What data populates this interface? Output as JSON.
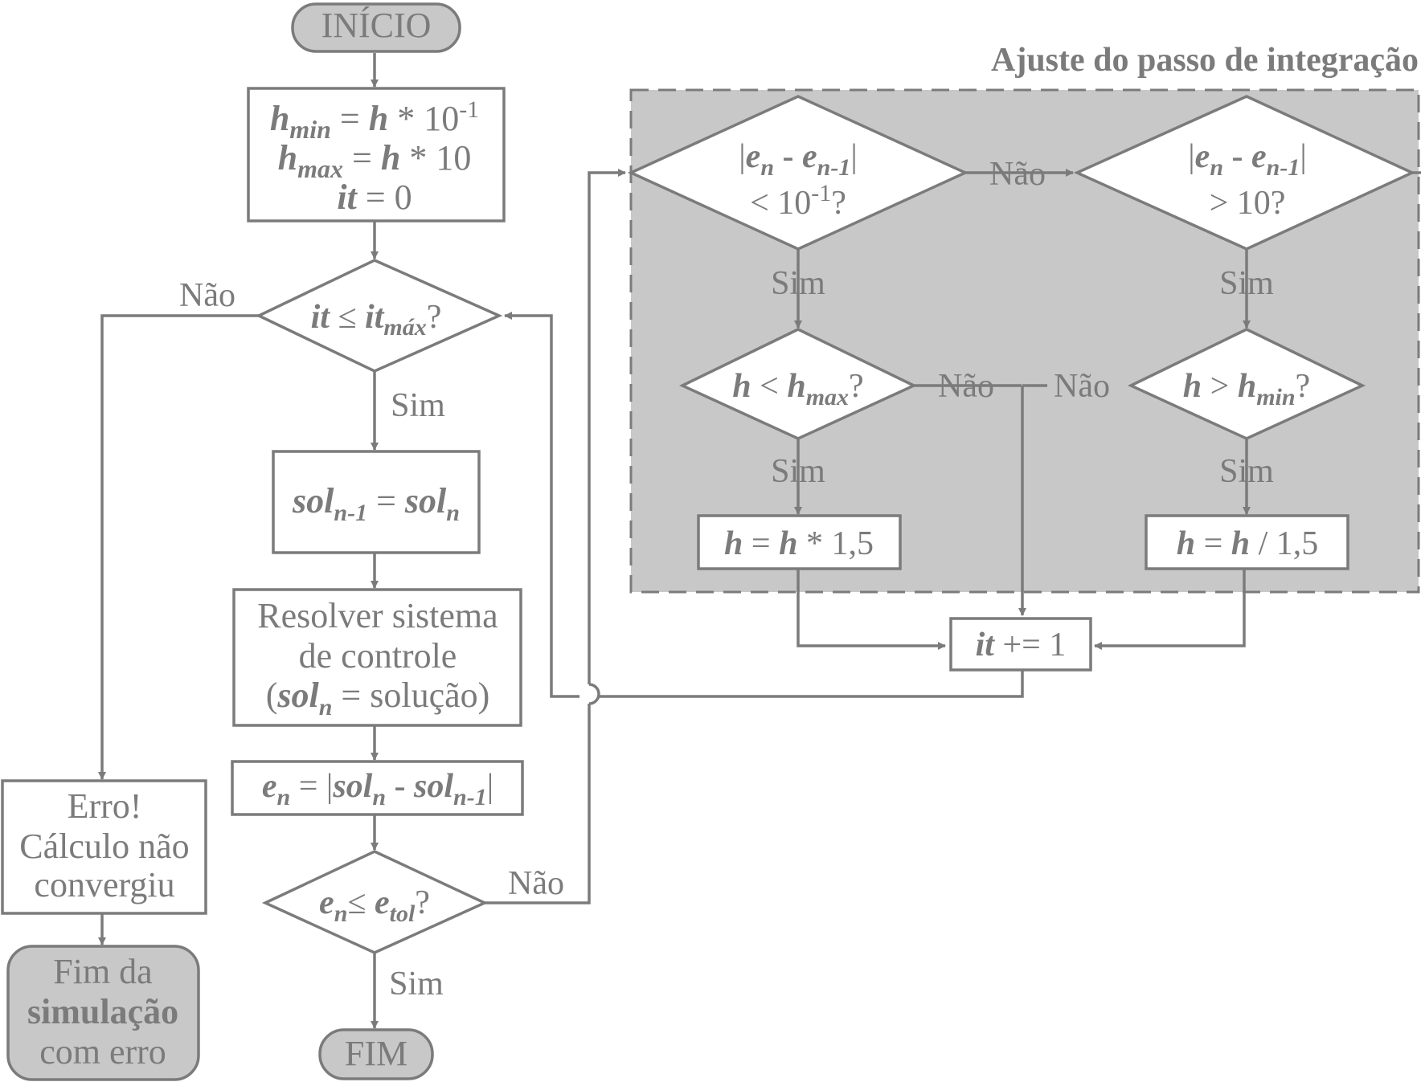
{
  "start": "INÍCIO",
  "init": {
    "l1": {
      "v": "h",
      "s": "min",
      "eq": " = ",
      "v2": "h",
      "op": " * 10",
      "sup": "-1"
    },
    "l2": {
      "v": "h",
      "s": "max",
      "eq": " = ",
      "v2": "h",
      "op": " * 10"
    },
    "l3": {
      "v": "it",
      "eq": " = 0"
    }
  },
  "loop_check": {
    "a": "it",
    "op": " ≤ ",
    "b": "it",
    "s": "máx",
    "q": "?"
  },
  "loop_no": "Não",
  "loop_yes": "Sim",
  "sol_prev": {
    "a": "sol",
    "as": "n-1",
    "eq": " = ",
    "b": "sol",
    "bs": "n"
  },
  "solve": {
    "l1": "Resolver sistema",
    "l2": "de controle",
    "l3a": "(",
    "l3b": "sol",
    "l3s": "n",
    "l3c": " = solução)"
  },
  "err_calc": {
    "a": "e",
    "as": "n",
    "eq": " = |",
    "b": "sol",
    "bs": "n",
    "mid": " - ",
    "c": "sol",
    "cs": "n-1",
    "end": "|"
  },
  "tol_check": {
    "a": "e",
    "as": "n",
    "op": "≤ ",
    "b": "e",
    "bs": "tol",
    "q": "?"
  },
  "tol_no": "Não",
  "tol_yes": "Sim",
  "end": "FIM",
  "error_box": {
    "l1": "Erro!",
    "l2": "Cálculo não",
    "l3": "convergiu"
  },
  "sim_end": {
    "l1": "Fim da",
    "l2": "simulação",
    "l3": "com erro"
  },
  "panel_title": "Ajuste do passo de integração",
  "d1": {
    "p1": "|",
    "a": "e",
    "as": "n",
    "m": " - ",
    "b": "e",
    "bs": "n-1",
    "p2": "|",
    "l2": "< 10",
    "sup": "-1",
    "q": "?"
  },
  "d1_no": "Não",
  "d1_yes": "Sim",
  "d2": {
    "p1": "|",
    "a": "e",
    "as": "n",
    "m": " - ",
    "b": "e",
    "bs": "n-1",
    "p2": "|",
    "l2": "> 10?"
  },
  "d2_yes": "Sim",
  "d3": {
    "a": "h",
    "op": " < ",
    "b": "h",
    "s": "max",
    "q": "?"
  },
  "d3_no": "Não",
  "d3_yes": "Sim",
  "d4": {
    "a": "h",
    "op": " > ",
    "b": "h",
    "s": "min",
    "q": "?"
  },
  "d4_no": "Não",
  "d4_yes": "Sim",
  "inc": {
    "a": "h",
    "eq": " =  ",
    "b": "h",
    "op": " * 1,5"
  },
  "dec": {
    "a": "h",
    "eq": " =  ",
    "b": "h",
    "op": " / 1,5"
  },
  "it_inc": {
    "a": "it",
    "op": " += 1"
  },
  "colors": {
    "line": "#7b7b7b",
    "panel": "#c8c8c8",
    "terminal": "#c8c8c8",
    "text": "#7b7b7b"
  }
}
